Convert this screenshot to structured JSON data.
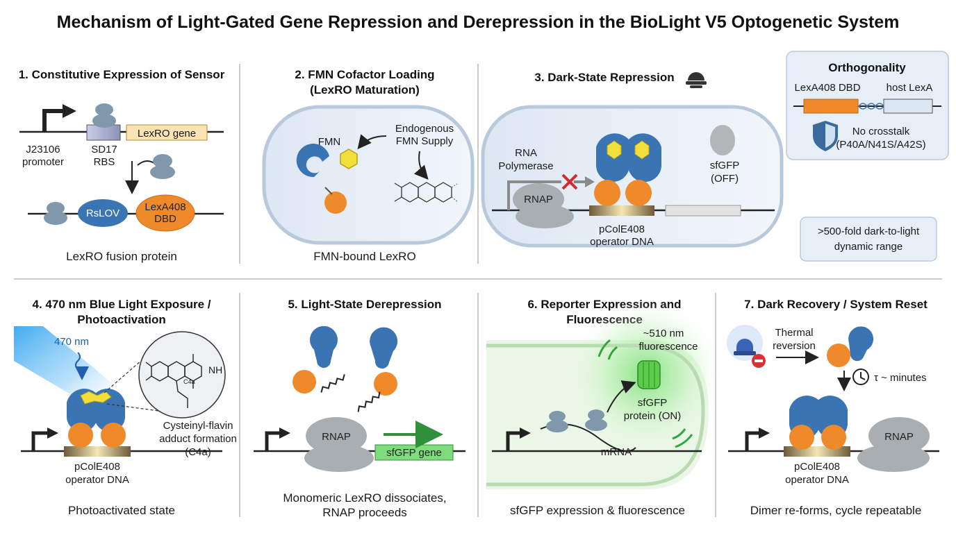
{
  "title": "Mechanism of Light-Gated Gene Repression and Derepression in the BioLight V5 Optogenetic System",
  "colors": {
    "blue": "#3b74b2",
    "orange": "#ee8a2a",
    "flavin": "#f2df3c",
    "green": "#34b24a",
    "gray": "#a9aeb3",
    "panel": "#e6eef7"
  },
  "p1": {
    "heading": "1. Constitutive Expression of Sensor",
    "promoter_line1": "J23106",
    "promoter_line2": "promoter",
    "rbs_line1": "SD17",
    "rbs_line2": "RBS",
    "gene": "LexRO gene",
    "domain_a": "RsLOV",
    "domain_b_line1": "LexA408",
    "domain_b_line2": "DBD",
    "caption": "LexRO fusion protein"
  },
  "p2": {
    "heading_line1": "2. FMN Cofactor Loading",
    "heading_line2": "(LexRO Maturation)",
    "fmn": "FMN",
    "supply_line1": "Endogenous",
    "supply_line2": "FMN Supply",
    "caption": "FMN-bound LexRO"
  },
  "p3": {
    "heading": "3. Dark-State Repression",
    "pol_line1": "RNA",
    "pol_line2": "Polymerase",
    "rnap": "RNAP",
    "reporter_line1": "sfGFP",
    "reporter_line2": "(OFF)",
    "operator_line1": "pColE408",
    "operator_line2": "operator DNA"
  },
  "ortho": {
    "heading": "Orthogonality",
    "left": "LexA408 DBD",
    "right": "host LexA",
    "note_line1": "No crosstalk",
    "note_line2": "(P40A/N41S/A42S)"
  },
  "range": {
    "line1": ">500-fold dark-to-light",
    "line2": "dynamic range"
  },
  "p4": {
    "heading_line1": "4. 470 nm Blue Light Exposure /",
    "heading_line2": "Photoactivation",
    "wavelength": "470 nm",
    "adduct_line1": "Cysteinyl-flavin",
    "adduct_line2": "adduct formation",
    "adduct_line3": "(C4a)",
    "nh": "NH",
    "c4a": "C4a",
    "operator_line1": "pColE408",
    "operator_line2": "operator DNA",
    "caption": "Photoactivated state"
  },
  "p5": {
    "heading": "5. Light-State Derepression",
    "rnap": "RNAP",
    "gene": "sfGFP gene",
    "caption_line1": "Monomeric LexRO dissociates,",
    "caption_line2": "RNAP proceeds"
  },
  "p6": {
    "heading_line1": "6. Reporter Expression and",
    "heading_line2": "Fluorescence",
    "emission_line1": "~510 nm",
    "emission_line2": "fluorescence",
    "protein_line1": "sfGFP",
    "protein_line2": "protein (ON)",
    "mrna": "mRNA",
    "caption": "sfGFP expression & fluorescence"
  },
  "p7": {
    "heading": "7. Dark Recovery / System Reset",
    "reversion_line1": "Thermal",
    "reversion_line2": "reversion",
    "tau": "τ ~ minutes",
    "rnap": "RNAP",
    "operator_line1": "pColE408",
    "operator_line2": "operator DNA",
    "caption": "Dimer re-forms, cycle repeatable"
  },
  "icons": [
    "promoter-arrow-icon",
    "ribosome-icon",
    "flavin-molecule-icon",
    "lexro-protein-icon",
    "rnap-icon",
    "block-x-icon",
    "shield-icon",
    "dna-helix-icon",
    "blue-light-icon",
    "gfp-barrel-icon",
    "emission-wave-icon",
    "clock-icon",
    "dark-lamp-icon"
  ]
}
